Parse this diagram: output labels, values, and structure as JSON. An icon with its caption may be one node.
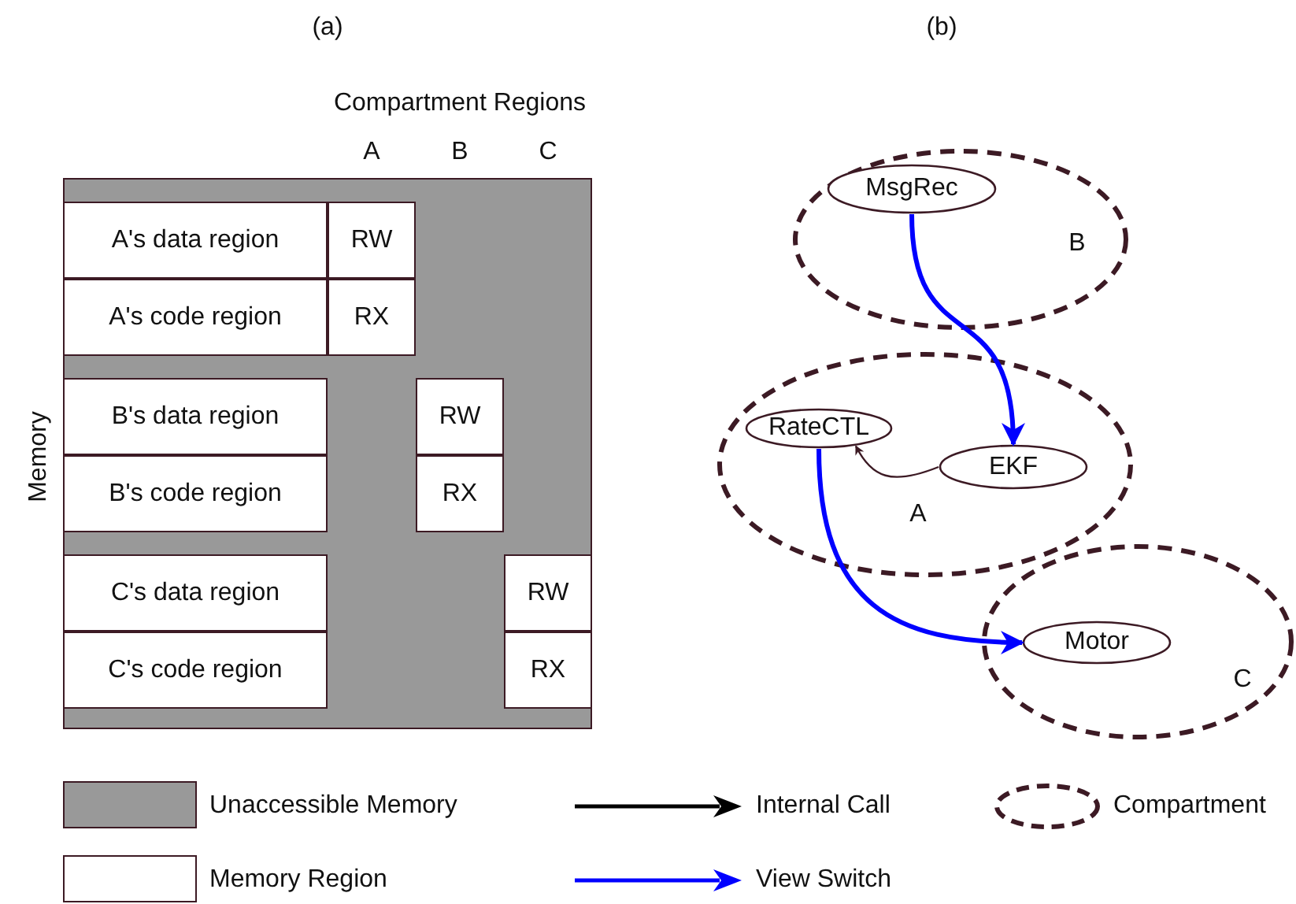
{
  "diagram": {
    "nodes": [
      {
        "text": [
          "B"
        ]
      },
      {
        "text": [
          "MsgRec"
        ],
        "in": 0
      },
      {
        "text": [
          "A"
        ]
      },
      {
        "text": [
          "RateCTL"
        ],
        "in": 2
      },
      {
        "text": [
          "EKF"
        ],
        "in": 2
      },
      {
        "text": [
          "C"
        ]
      },
      {
        "text": [
          "Motor"
        ],
        "in": 5
      }
    ],
    "edges": [
      {
        "from": 1,
        "to": 4,
        "arrow": "to",
        "color": "#0000ff"
      },
      {
        "from": 4,
        "to": 3,
        "arrow": "to",
        "color": "#3c1a24"
      },
      {
        "from": 3,
        "to": 6,
        "arrow": "to",
        "color": "#0000ff"
      }
    ],
    "labels": [
      "(a)",
      "(b)",
      "Compartment Regions",
      "A",
      "B",
      "C",
      "Memory",
      "A's data region",
      "RW",
      "A's code region",
      "RX",
      "B's data region",
      "RW",
      "B's code region",
      "RX",
      "C's data region",
      "RW",
      "C's code region",
      "RX"
    ],
    "legend": [
      {
        "text": "Unaccessible Memory",
        "color": "#999999"
      },
      {
        "text": "Memory Region",
        "color": "#ffffff"
      },
      {
        "text": "Internal Call"
      },
      {
        "text": "View Switch"
      },
      {
        "text": "Compartment"
      }
    ]
  }
}
